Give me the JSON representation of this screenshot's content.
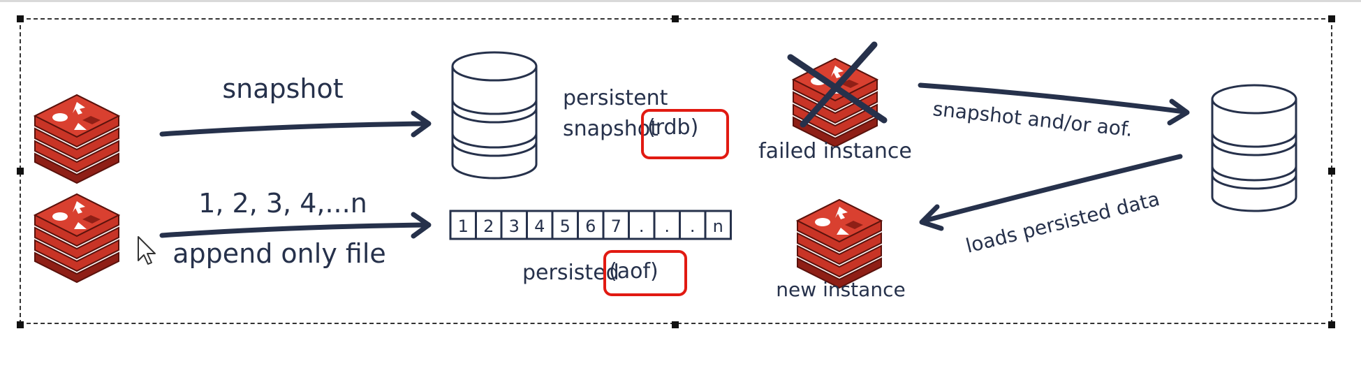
{
  "labels": {
    "snapshot": "snapshot",
    "sequence": "1, 2, 3, 4,...n",
    "append_only_file": "append only file",
    "persistent": "persistent",
    "snapshot_prefix": "snapshot",
    "rdb": "(rdb)",
    "persisted": "persisted",
    "aof": "(aof)",
    "failed_instance": "failed instance",
    "new_instance": "new instance",
    "snapshot_and_or_aof": "snapshot and/or aof.",
    "loads_persisted_data": "loads persisted data"
  },
  "aof_cells": [
    "1",
    "2",
    "3",
    "4",
    "5",
    "6",
    "7",
    ".",
    ".",
    ".",
    "n"
  ],
  "colors": {
    "redis_red": "#c83426",
    "redis_dark": "#8f1f16",
    "ink": "#26314b",
    "highlight_box": "#e11a12"
  },
  "icons": {
    "redis": "redis-stack-icon",
    "database": "database-cylinder-icon",
    "cursor": "mouse-cursor-icon"
  }
}
